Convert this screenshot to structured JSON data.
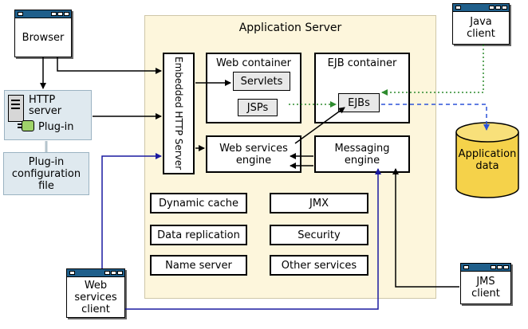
{
  "app_server": {
    "title": "Application Server"
  },
  "embedded_http": "Embedded HTTP Server",
  "web_container": {
    "title": "Web container",
    "servlets": "Servlets",
    "jsps": "JSPs"
  },
  "ejb_container": {
    "title": "EJB container",
    "ejbs": "EJBs"
  },
  "web_services_engine": [
    "Web services",
    "engine"
  ],
  "messaging_engine": [
    "Messaging",
    "engine"
  ],
  "services": [
    "Dynamic cache",
    "JMX",
    "Data replication",
    "Security",
    "Name server",
    "Other services"
  ],
  "browser": "Browser",
  "http_server": {
    "line1": "HTTP",
    "line2": "server",
    "plugin": "Plug-in"
  },
  "plugin_config": [
    "Plug-in",
    "configuration",
    "file"
  ],
  "java_client": [
    "Java",
    "client"
  ],
  "app_data": [
    "Application",
    "data"
  ],
  "web_services_client": [
    "Web",
    "services",
    "client"
  ],
  "jms_client": [
    "JMS",
    "client"
  ],
  "colors": {
    "app_bg": "#fdf6dc",
    "titlebar": "#1f5f8b",
    "blue_line": "#1a1aa0",
    "green_dotted": "#2e8b2e",
    "cylinder": "#f5d24a",
    "http_bg": "#dfe9ef"
  }
}
